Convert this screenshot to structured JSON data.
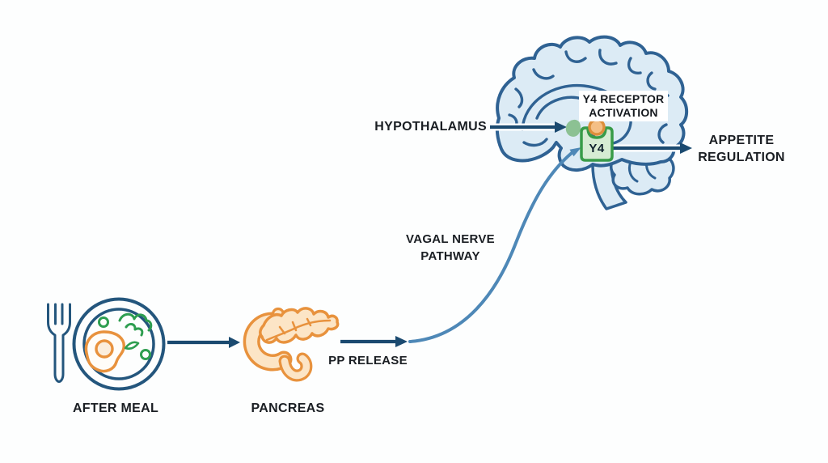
{
  "diagram": {
    "background": "#fdfefe",
    "labels": {
      "after_meal": "AFTER MEAL",
      "pancreas": "PANCREAS",
      "pp_release": "PP RELEASE",
      "vagal_line1": "VAGAL NERVE",
      "vagal_line2": "PATHWAY",
      "hypothalamus": "HYPOTHALAMUS",
      "y4_line1": "Y4 RECEPTOR",
      "y4_line2": "ACTIVATION",
      "y4_receptor": "Y4",
      "appetite_line1": "APPETITE",
      "appetite_line2": "REGULATION"
    },
    "icons": [
      {
        "name": "fork-icon"
      },
      {
        "name": "meal-plate-icon"
      },
      {
        "name": "pancreas-icon"
      },
      {
        "name": "brain-icon"
      },
      {
        "name": "hypothalamus-icon"
      },
      {
        "name": "y4-receptor-icon"
      },
      {
        "name": "pp-ligand-icon"
      }
    ],
    "edges": [
      {
        "from": "AFTER MEAL",
        "to": "PANCREAS",
        "style": "straight-arrow"
      },
      {
        "from": "PANCREAS",
        "to": "VAGAL NERVE PATHWAY",
        "label": "PP RELEASE",
        "style": "straight-arrow"
      },
      {
        "from": "PP RELEASE",
        "to": "Y4 RECEPTOR",
        "label": "VAGAL NERVE PATHWAY",
        "style": "curved-arrow"
      },
      {
        "from": "HYPOTHALAMUS",
        "to": "BRAIN",
        "style": "straight-arrow"
      },
      {
        "from": "Y4 RECEPTOR ACTIVATION",
        "to": "APPETITE REGULATION",
        "style": "straight-arrow"
      }
    ],
    "colors": {
      "arrow": "#1b4a70",
      "pathway": "#4e88b7",
      "brain_outline": "#2f6293",
      "brain_fill": "#dcebf5",
      "outline_blue": "#24567d",
      "green": "#2e9e50",
      "hypothalamus_green": "#8cc193",
      "receptor_border": "#389b48",
      "receptor_fill": "#d6ecd3",
      "orange": "#e8923d",
      "orange_fill": "#fce5c6",
      "ligand": "#f4bf85",
      "text": "#1a1e23"
    }
  }
}
